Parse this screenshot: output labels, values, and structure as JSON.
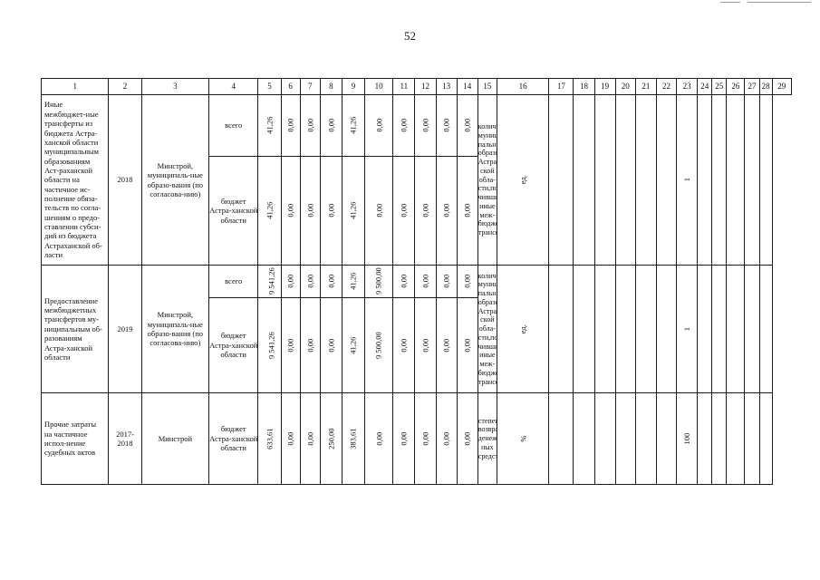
{
  "page": {
    "number": "52"
  },
  "header": [
    "1",
    "2",
    "3",
    "4",
    "5",
    "6",
    "7",
    "8",
    "9",
    "10",
    "11",
    "12",
    "13",
    "14",
    "15",
    "16",
    "17",
    "18",
    "19",
    "20",
    "21",
    "22",
    "23",
    "24",
    "25",
    "26",
    "27",
    "28",
    "29"
  ],
  "rows": [
    {
      "description": "Иные межбюджет-ные трансферты из бюджета Астра-ханской области муниципальным образованиям Аст-раханской области на частичное ис-полнение обяза-тельств по согла-шениям о предо-ставлении субси-дий из бюджета Астраханской об-ласти",
      "year": "2018",
      "executor": "Минстрой, муниципаль-ные образо-вания (по согласова-нию)",
      "sub": [
        {
          "source": "всего",
          "values": [
            "41,26",
            "0,00",
            "0,00",
            "0,00",
            "41,26",
            "0,00",
            "0,00",
            "0,00",
            "0,00",
            "0,00"
          ]
        },
        {
          "source": "бюджет Астра-ханской области",
          "values": [
            "41,26",
            "0,00",
            "0,00",
            "0,00",
            "41,26",
            "0,00",
            "0,00",
            "0,00",
            "0,00",
            "0,00"
          ]
        }
      ],
      "indicator": "количество муници-пальных образований Астрахан-ской обла-сти,полу-чивших иные меж-бюджетные трансферты",
      "unit": "ед.",
      "target": "1"
    },
    {
      "description": "Предоставление межбюджетных трансфертов му-ниципальным об-разованиям Астра-ханской области",
      "year": "2019",
      "executor": "Минстрой, муниципаль-ные образо-вания (по согласова-нию)",
      "sub": [
        {
          "source": "всего",
          "values": [
            "9 541,26",
            "0,00",
            "0,00",
            "0,00",
            "41,26",
            "9 500,00",
            "0,00",
            "0,00",
            "0,00",
            "0,00"
          ]
        },
        {
          "source": "бюджет Астра-ханской области",
          "values": [
            "9 541,26",
            "0,00",
            "0,00",
            "0,00",
            "41,26",
            "9 500,00",
            "0,00",
            "0,00",
            "0,00",
            "0,00"
          ]
        }
      ],
      "indicator": "количество муници-пальных образований Астрахан-ской обла-сти,полу-чивших иные меж-бюджетные трансферты",
      "unit": "ед.",
      "target": "1"
    },
    {
      "description": "Прочие затраты на частичное испол-нение судебных актов",
      "year": "2017-2018",
      "executor": "Минстрой",
      "sub": [
        {
          "source": "бюджет Астра-ханской области",
          "values": [
            "633,61",
            "0,00",
            "0,00",
            "250,00",
            "383,61",
            "0,00",
            "0,00",
            "0,00",
            "0,00",
            "0,00"
          ]
        }
      ],
      "indicator": "степень возврата денеж-ных средств",
      "unit": "%",
      "target": "100"
    }
  ]
}
